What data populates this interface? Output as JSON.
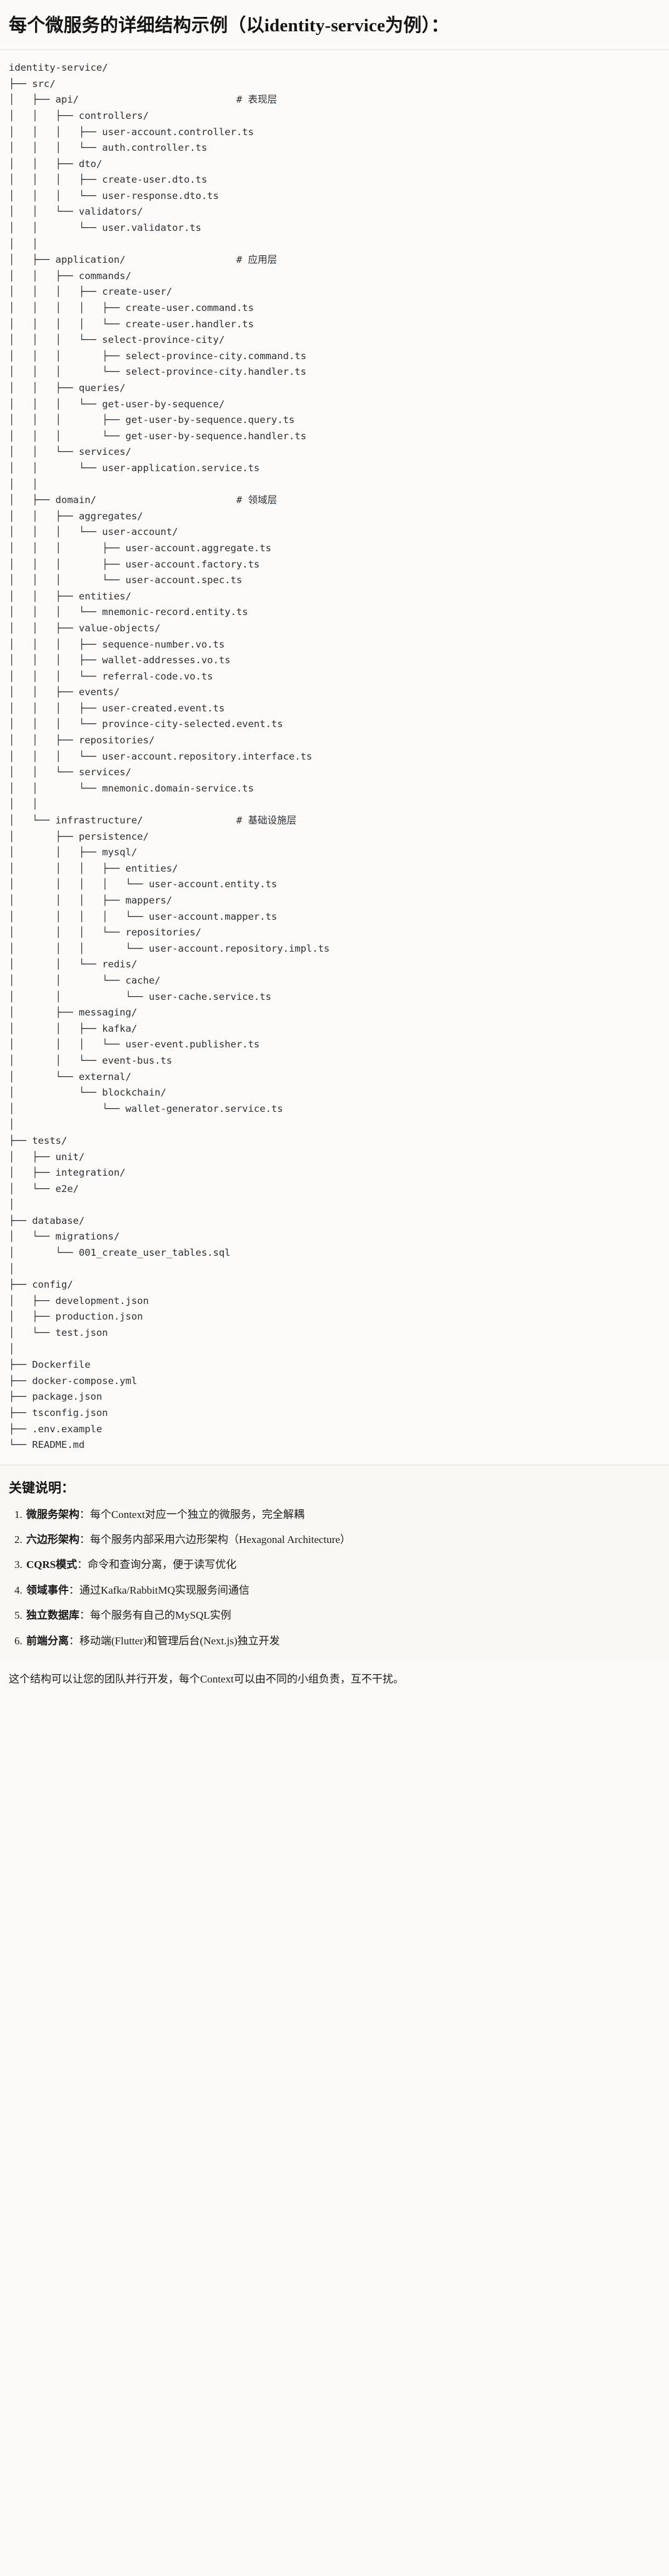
{
  "document": {
    "title": "每个微服务的详细结构示例（以identity-service为例）："
  },
  "tree": {
    "root_label": "identity-service/",
    "lines": [
      "identity-service/",
      "├── src/",
      "│   ├── api/                           # 表现层",
      "│   │   ├── controllers/",
      "│   │   │   ├── user-account.controller.ts",
      "│   │   │   └── auth.controller.ts",
      "│   │   ├── dto/",
      "│   │   │   ├── create-user.dto.ts",
      "│   │   │   └── user-response.dto.ts",
      "│   │   └── validators/",
      "│   │       └── user.validator.ts",
      "│   │",
      "│   ├── application/                   # 应用层",
      "│   │   ├── commands/",
      "│   │   │   ├── create-user/",
      "│   │   │   │   ├── create-user.command.ts",
      "│   │   │   │   └── create-user.handler.ts",
      "│   │   │   └── select-province-city/",
      "│   │   │       ├── select-province-city.command.ts",
      "│   │   │       └── select-province-city.handler.ts",
      "│   │   ├── queries/",
      "│   │   │   └── get-user-by-sequence/",
      "│   │   │       ├── get-user-by-sequence.query.ts",
      "│   │   │       └── get-user-by-sequence.handler.ts",
      "│   │   └── services/",
      "│   │       └── user-application.service.ts",
      "│   │",
      "│   ├── domain/                        # 领域层",
      "│   │   ├── aggregates/",
      "│   │   │   └── user-account/",
      "│   │   │       ├── user-account.aggregate.ts",
      "│   │   │       ├── user-account.factory.ts",
      "│   │   │       └── user-account.spec.ts",
      "│   │   ├── entities/",
      "│   │   │   └── mnemonic-record.entity.ts",
      "│   │   ├── value-objects/",
      "│   │   │   ├── sequence-number.vo.ts",
      "│   │   │   ├── wallet-addresses.vo.ts",
      "│   │   │   └── referral-code.vo.ts",
      "│   │   ├── events/",
      "│   │   │   ├── user-created.event.ts",
      "│   │   │   └── province-city-selected.event.ts",
      "│   │   ├── repositories/",
      "│   │   │   └── user-account.repository.interface.ts",
      "│   │   └── services/",
      "│   │       └── mnemonic.domain-service.ts",
      "│   │",
      "│   └── infrastructure/                # 基础设施层",
      "│       ├── persistence/",
      "│       │   ├── mysql/",
      "│       │   │   ├── entities/",
      "│       │   │   │   └── user-account.entity.ts",
      "│       │   │   ├── mappers/",
      "│       │   │   │   └── user-account.mapper.ts",
      "│       │   │   └── repositories/",
      "│       │   │       └── user-account.repository.impl.ts",
      "│       │   └── redis/",
      "│       │       └── cache/",
      "│       │           └── user-cache.service.ts",
      "│       ├── messaging/",
      "│       │   ├── kafka/",
      "│       │   │   └── user-event.publisher.ts",
      "│       │   └── event-bus.ts",
      "│       └── external/",
      "│           └── blockchain/",
      "│               └── wallet-generator.service.ts",
      "│",
      "├── tests/",
      "│   ├── unit/",
      "│   ├── integration/",
      "│   └── e2e/",
      "│",
      "├── database/",
      "│   └── migrations/",
      "│       └── 001_create_user_tables.sql",
      "│",
      "├── config/",
      "│   ├── development.json",
      "│   ├── production.json",
      "│   └── test.json",
      "│",
      "├── Dockerfile",
      "├── docker-compose.yml",
      "├── package.json",
      "├── tsconfig.json",
      "├── .env.example",
      "└── README.md"
    ],
    "layer_comments": [
      {
        "path": "api/",
        "comment": "# 表现层"
      },
      {
        "path": "application/",
        "comment": "# 应用层"
      },
      {
        "path": "domain/",
        "comment": "# 领域层"
      },
      {
        "path": "infrastructure/",
        "comment": "# 基础设施层"
      }
    ]
  },
  "notes": {
    "title": "关键说明：",
    "points": [
      {
        "term": "微服务架构",
        "sep": "：",
        "desc": "每个Context对应一个独立的微服务，完全解耦"
      },
      {
        "term": "六边形架构",
        "sep": "：",
        "desc": "每个服务内部采用六边形架构（Hexagonal Architecture）"
      },
      {
        "term": "CQRS模式",
        "sep": "：",
        "desc": "命令和查询分离，便于读写优化"
      },
      {
        "term": "领域事件",
        "sep": "：",
        "desc": "通过Kafka/RabbitMQ实现服务间通信"
      },
      {
        "term": "独立数据库",
        "sep": "：",
        "desc": "每个服务有自己的MySQL实例"
      },
      {
        "term": "前端分离",
        "sep": "：",
        "desc": "移动端(Flutter)和管理后台(Next.js)独立开发"
      }
    ],
    "closing": "这个结构可以让您的团队并行开发，每个Context可以由不同的小组负责，互不干扰。"
  }
}
